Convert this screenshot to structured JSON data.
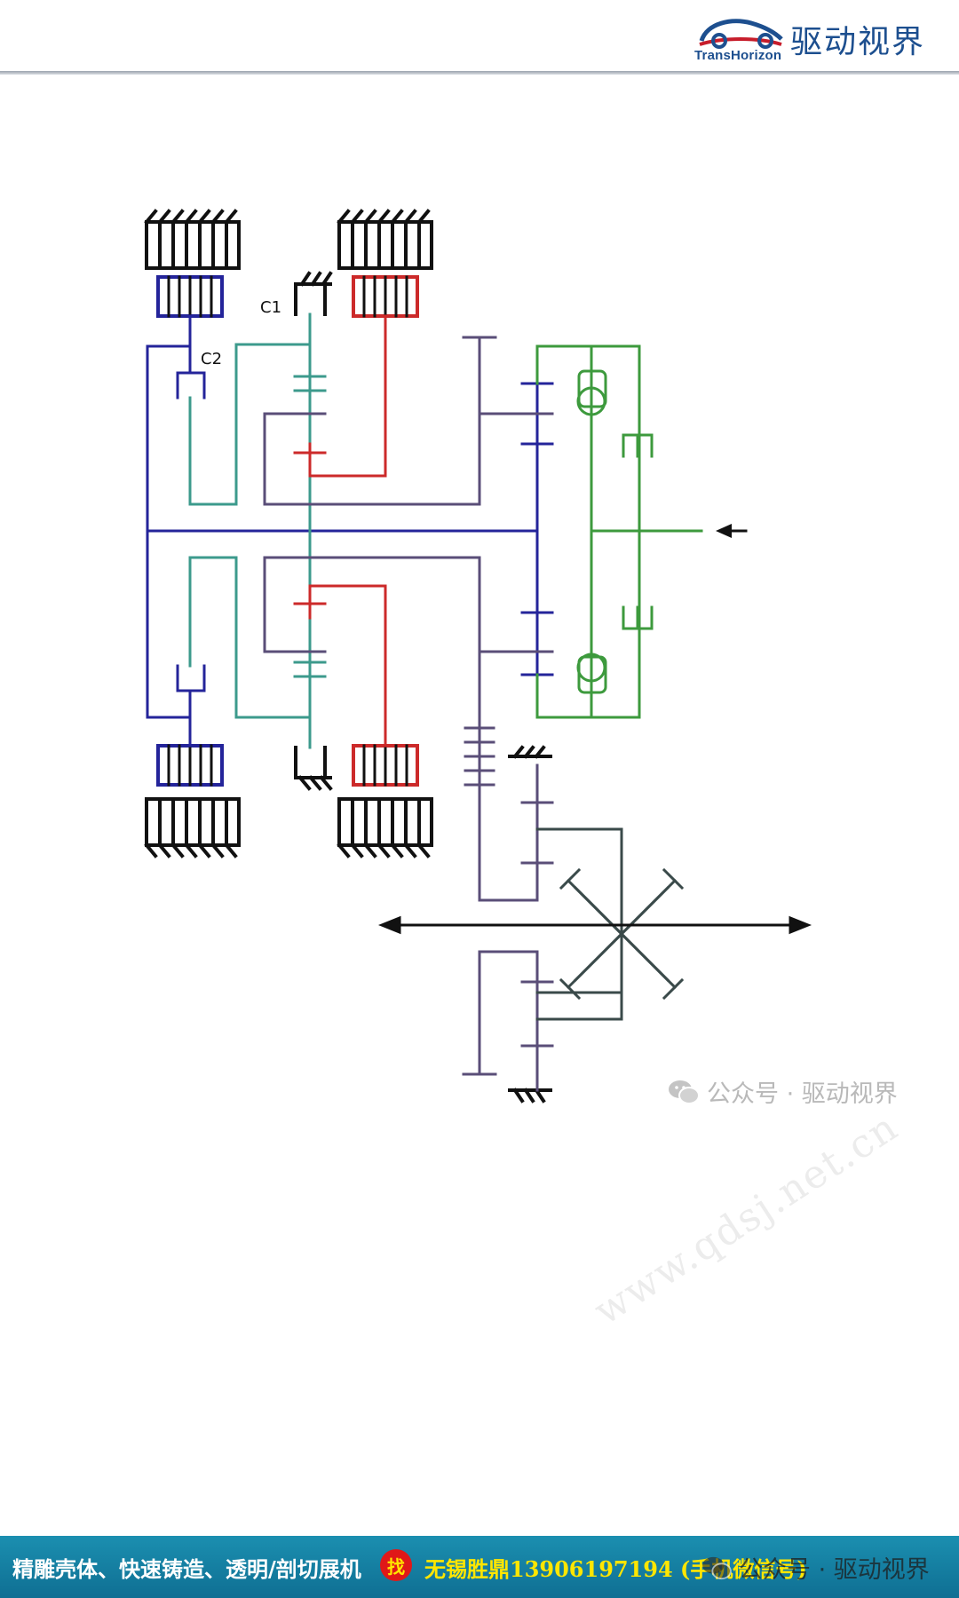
{
  "header": {
    "logo_en": "TransHorizon",
    "logo_cn": "驱动视界",
    "logo_color": "#1d4f8f"
  },
  "diagram": {
    "clutch_labels": [
      "C1",
      "C2"
    ],
    "colors": {
      "blue_shaft": "#24249a",
      "teal_shaft": "#3c9a8c",
      "red_shaft": "#cc2a2a",
      "purple_shaft": "#5a4e78",
      "green_carrier": "#3d9a3d",
      "housing": "#111111"
    }
  },
  "watermark": {
    "text": "公众号 · 驱动视界",
    "icon": "wechat-icon",
    "diagonal_text": "www.qdsj.net.cn"
  },
  "footer": {
    "ad_left": "精雕壳体、快速铸造、透明/剖切展机",
    "badge": "找",
    "ad_right": "无锡胜鼎13906197194 (手机微信号)",
    "watermark": "公众号 · 驱动视界",
    "bg_color": "#1b8fb0",
    "highlight_color": "#ffe600"
  }
}
